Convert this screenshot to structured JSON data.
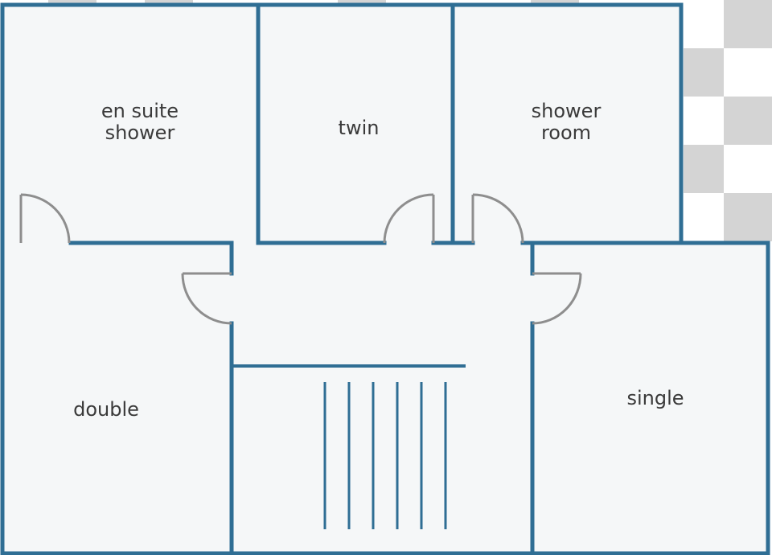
{
  "rooms": {
    "en_suite": {
      "line1": "en suite",
      "line2": "shower"
    },
    "twin": {
      "label": "twin"
    },
    "shower_room": {
      "line1": "shower",
      "line2": "room"
    },
    "double": {
      "label": "double"
    },
    "single": {
      "label": "single"
    }
  },
  "colors": {
    "wall": "#2f6e94",
    "floor": "#f5f7f8",
    "door_arc": "#8e8e8e",
    "checker_light": "#ffffff",
    "checker_dark": "#d4d4d4",
    "text": "#3a3a3a"
  },
  "stairs": {
    "treads": 6
  }
}
